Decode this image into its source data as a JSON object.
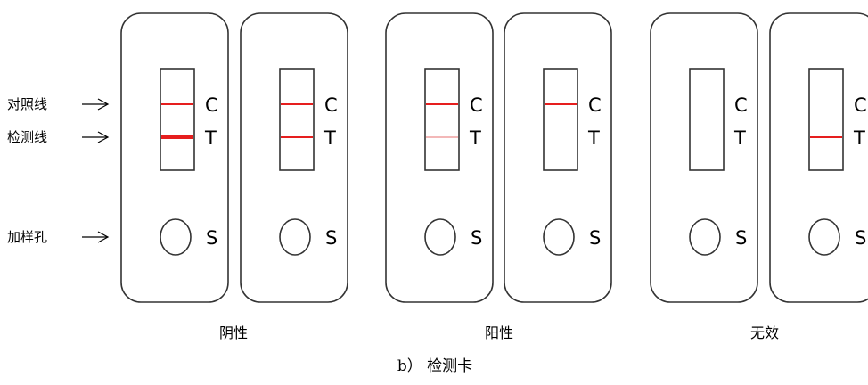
{
  "side_labels": {
    "control_line": "对照线",
    "test_line": "检测线",
    "sample_well": "加样孔"
  },
  "markers": {
    "c": "C",
    "t": "T",
    "s": "S"
  },
  "groups": [
    {
      "label": "阴性"
    },
    {
      "label": "阳性"
    },
    {
      "label": "无效"
    }
  ],
  "cards": [
    {
      "group": 0,
      "c_line": "solid",
      "t_line": "bold"
    },
    {
      "group": 0,
      "c_line": "solid",
      "t_line": "solid"
    },
    {
      "group": 1,
      "c_line": "solid",
      "t_line": "faint"
    },
    {
      "group": 1,
      "c_line": "solid",
      "t_line": "none"
    },
    {
      "group": 2,
      "c_line": "none",
      "t_line": "none"
    },
    {
      "group": 2,
      "c_line": "none",
      "t_line": "solid"
    }
  ],
  "caption": "b） 检测卡",
  "colors": {
    "line": "#e61e1e",
    "faint_line": "#f3b8b8",
    "outline": "#333333"
  }
}
